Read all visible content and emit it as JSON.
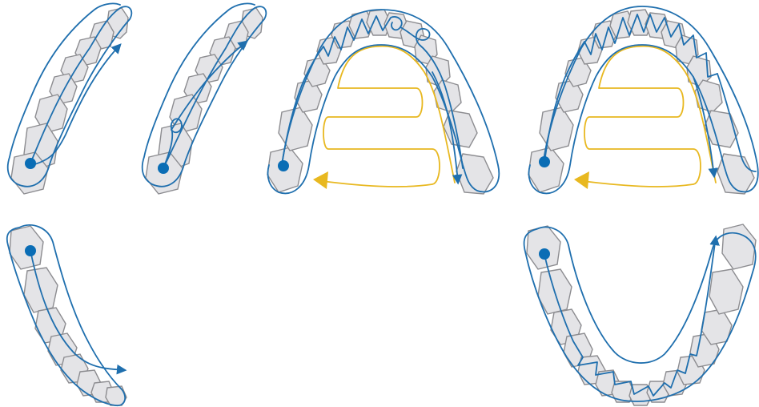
{
  "colors": {
    "background": "#ffffff",
    "tooth_fill": "#e4e4e7",
    "tooth_stroke": "#8c8c90",
    "scan_path": "#1f6fae",
    "start_point": "#0a6db5",
    "palate_path": "#e8b820"
  },
  "panels": [
    {
      "name": "upper-right-quadrant-scan"
    },
    {
      "name": "upper-right-quadrant-scan-with-loop"
    },
    {
      "name": "upper-arch-scan-with-palate"
    },
    {
      "name": "upper-arch-zigzag-scan-with-palate"
    },
    {
      "name": "lower-quadrant-scan"
    },
    {
      "name": "lower-arch-zigzag-scan"
    }
  ]
}
